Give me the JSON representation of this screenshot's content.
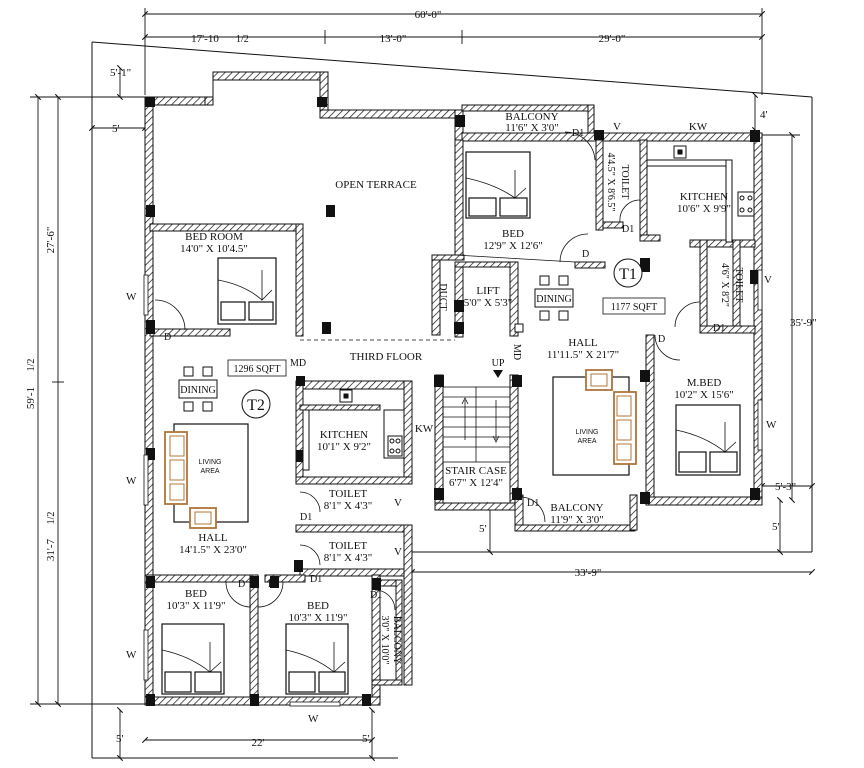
{
  "dims": {
    "top_total": "60'-0\"",
    "top_left": "17'-10",
    "top_left_frac": "1/2",
    "top_mid": "13'-0\"",
    "top_right": "29'-0\"",
    "left_offset_top": "5'-1\"",
    "left_offset": "5'",
    "left_upper": "27'-6\"",
    "left_total": "59'-1",
    "left_total_frac": "1/2",
    "left_lower": "31'-7",
    "left_lower_frac": "1/2",
    "right_top": "4'",
    "right_tall": "35'-9\"",
    "right_mid": "5'-3\"",
    "right_low": "5'",
    "bottom_right": "33'-9\"",
    "stair_bottom": "5'",
    "bottom_width": "22'",
    "bottom_left": "5'",
    "bottom_right_small": "5'"
  },
  "rooms": {
    "open_terrace": "OPEN TERRACE",
    "bedroom_name": "BED ROOM",
    "bedroom_size": "14'0\" X 10'4.5\"",
    "balcony_top_name": "BALCONY",
    "balcony_top_size": "11'6\" X 3'0\"",
    "bed_top_name": "BED",
    "bed_top_size": "12'9\" X 12'6\"",
    "toilet_top": "TOILET",
    "toilet_top_size": "4'4.5\" X 8'6.5\"",
    "kitchen_t1_name": "KITCHEN",
    "kitchen_t1_size": "10'6\" X 9'9\"",
    "toilet_t1": "TOILET",
    "toilet_t1_size": "4'6\" X 8'2\"",
    "lift_name": "LIFT",
    "lift_size": "5'0\" X 5'3\"",
    "duct": "DUCT",
    "t1_label": "T1",
    "t1_area": "1177 SQFT",
    "hall_t1_name": "HALL",
    "hall_t1_size": "11'11.5\" X 21'7\"",
    "mbed_name": "M.BED",
    "mbed_size": "10'2\" X 15'6\"",
    "third_floor": "THIRD FLOOR",
    "t2_area": "1296 SQFT",
    "t2_label": "T2",
    "md_left": "MD",
    "md_right": "MD",
    "dining": "DINING",
    "kitchen_t2_name": "KITCHEN",
    "kitchen_t2_size": "10'1\" X 9'2\"",
    "kw": "KW",
    "up": "UP",
    "stair_name": "STAIR CASE",
    "stair_size": "6'7\" X 12'4\"",
    "toilet_a_name": "TOILET",
    "toilet_a_size": "8'1\" X 4'3\"",
    "toilet_b_name": "TOILET",
    "toilet_b_size": "8'1\" X 4'3\"",
    "living_area": "LIVING AREA",
    "living_area_1": "LIVING",
    "living_area_2": "AREA",
    "hall_t2_name": "HALL",
    "hall_t2_size": "14'1.5\" X 23'0\"",
    "balcony_mid_name": "BALCONY",
    "balcony_mid_size": "11'9\" X 3'0\"",
    "bed_left_name": "BED",
    "bed_left_size": "10'3\" X 11'9\"",
    "bed_mid_name": "BED",
    "bed_mid_size": "10'3\" X 11'9\"",
    "balcony_right_name": "BALCONY",
    "balcony_right_size": "3'0\" X 10'0\""
  },
  "marks": {
    "d": "D",
    "d1": "D1",
    "w": "W",
    "v": "V",
    "kw": "KW"
  }
}
